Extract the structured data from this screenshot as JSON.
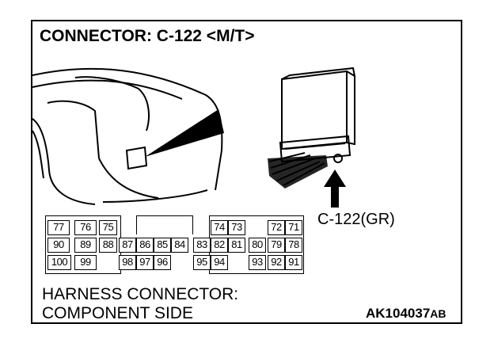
{
  "title": "CONNECTOR: C-122 <M/T>",
  "connector_label": "C-122(GR)",
  "harness_line1": "HARNESS CONNECTOR:",
  "harness_line2": "COMPONENT SIDE",
  "figure_code": "AK104037",
  "figure_code_suffix": "AB",
  "pins": {
    "row1": [
      "77",
      "76",
      "75",
      "74",
      "73",
      "72",
      "71"
    ],
    "row2": [
      "90",
      "89",
      "88",
      "87",
      "86",
      "85",
      "84",
      "83",
      "82",
      "81",
      "80",
      "79",
      "78"
    ],
    "row3": [
      "100",
      "99",
      "98",
      "97",
      "96",
      "95",
      "94",
      "93",
      "92",
      "91"
    ]
  },
  "icons": {
    "dashboard": "dashboard-illustration",
    "ecu": "ecu-module-illustration",
    "arrow": "up-arrow-icon"
  }
}
